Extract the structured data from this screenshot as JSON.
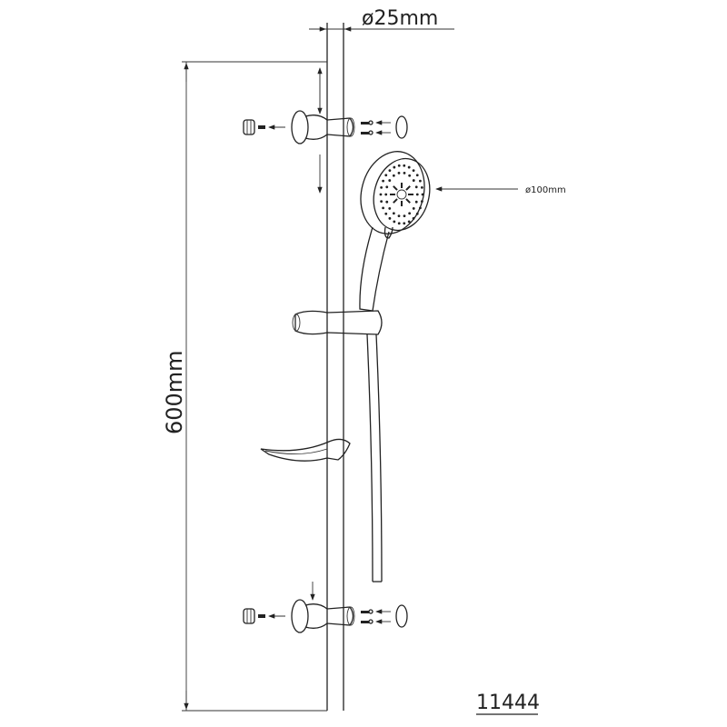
{
  "labels": {
    "rail_diameter": "ø25mm",
    "rail_length": "600mm",
    "head_diameter": "ø100mm",
    "model_number": "11444"
  },
  "colors": {
    "line": "#222222",
    "background": "#ffffff"
  }
}
